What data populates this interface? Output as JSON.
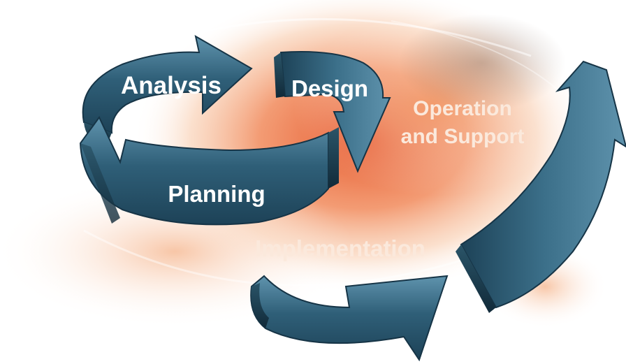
{
  "diagram": {
    "type": "cycle",
    "phases": [
      {
        "id": "planning",
        "label": "Planning"
      },
      {
        "id": "analysis",
        "label": "Analysis"
      },
      {
        "id": "design",
        "label": "Design"
      },
      {
        "id": "implementation",
        "label": "Implementation"
      },
      {
        "id": "operation",
        "label_line1": "Operation",
        "label_line2": "and Support"
      }
    ],
    "colors": {
      "arrow": "#2f5f78",
      "arrow_light": "#5f93ad",
      "arrow_dark": "#163446",
      "glow": "#e8582a",
      "glow_light": "#f6b98f",
      "label": "#ffffff"
    },
    "icons": [
      "cycle-arrow-icon",
      "straight-arrow-icon",
      "curved-arrow-icon"
    ]
  }
}
